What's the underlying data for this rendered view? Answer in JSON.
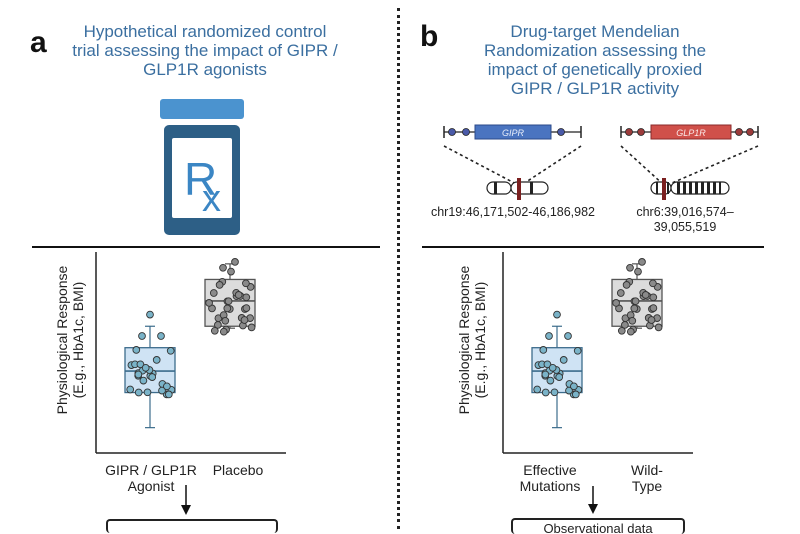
{
  "panel_a": {
    "letter": "a",
    "title_lines": [
      "Hypothetical randomized control",
      "trial assessing the impact of GIPR /",
      "GLP1R agonists"
    ],
    "icon": "rx-pill-bottle-icon",
    "rx_label": "Rx",
    "ylabel_lines": [
      "Physiological Response",
      "(E.g., HbA1c, BMI)"
    ],
    "categories": [
      {
        "lines": [
          "GIPR / GLP1R",
          "Agonist"
        ]
      },
      {
        "lines": [
          "Placebo"
        ]
      }
    ],
    "bottom_box_text": ""
  },
  "panel_b": {
    "letter": "b",
    "title_lines": [
      "Drug-target Mendelian",
      "Randomization assessing the",
      "impact of genetically proxied",
      "GIPR / GLP1R activity"
    ],
    "genes": [
      {
        "name": "GIPR",
        "color": "#4a74c0",
        "dot_color": "#4a5aa8",
        "chromosome": "chr19",
        "coord_lines": [
          "chr19:46,171,502-46,186,982"
        ]
      },
      {
        "name": "GLP1R",
        "color": "#d0504a",
        "dot_color": "#9c3b3b",
        "chromosome": "chr6",
        "coord_lines": [
          "chr6:39,016,574–",
          "39,055,519"
        ]
      }
    ],
    "ylabel_lines": [
      "Physiological Response",
      "(E.g., HbA1c, BMI)"
    ],
    "categories": [
      {
        "lines": [
          "Effective",
          "Mutations"
        ]
      },
      {
        "lines": [
          "Wild-",
          "Type"
        ]
      }
    ],
    "bottom_box_text": "Observational data"
  },
  "colors": {
    "title_blue": "#3b6fa0",
    "treated_fill": "#cfe3f4",
    "treated_stroke": "#3c6c8c",
    "treated_dot": "#7ab3c8",
    "control_fill": "#dcdcdc",
    "control_stroke": "#555555",
    "control_dot": "#8a8a8a",
    "bottle_dark": "#2d5f86",
    "bottle_cap": "#4b93cf"
  },
  "chart_data": [
    {
      "type": "box",
      "title": "Hypothetical randomized control trial",
      "xlabel": "",
      "ylabel": "Physiological Response (E.g., HbA1c, BMI)",
      "ylim": [
        0,
        10
      ],
      "categories": [
        "GIPR / GLP1R Agonist",
        "Placebo"
      ],
      "series": [
        {
          "name": "GIPR / GLP1R Agonist",
          "min": 1.3,
          "q1": 3.1,
          "median": 4.2,
          "q3": 5.4,
          "max": 6.5,
          "outliers": [
            7.1,
            6.0,
            6.0
          ]
        },
        {
          "name": "Placebo",
          "min": 6.4,
          "q1": 6.5,
          "median": 7.8,
          "q3": 8.9,
          "max": 9.7,
          "outliers": [
            9.8,
            9.5,
            9.3
          ]
        }
      ]
    },
    {
      "type": "box",
      "title": "Drug-target Mendelian Randomization",
      "xlabel": "",
      "ylabel": "Physiological Response (E.g., HbA1c, BMI)",
      "ylim": [
        0,
        10
      ],
      "categories": [
        "Effective Mutations",
        "Wild-Type"
      ],
      "series": [
        {
          "name": "Effective Mutations",
          "min": 1.3,
          "q1": 3.1,
          "median": 4.2,
          "q3": 5.4,
          "max": 6.5,
          "outliers": [
            7.1,
            6.0,
            6.0
          ]
        },
        {
          "name": "Wild-Type",
          "min": 6.4,
          "q1": 6.5,
          "median": 7.8,
          "q3": 8.9,
          "max": 9.7,
          "outliers": [
            9.8,
            9.5,
            9.3
          ]
        }
      ]
    }
  ]
}
